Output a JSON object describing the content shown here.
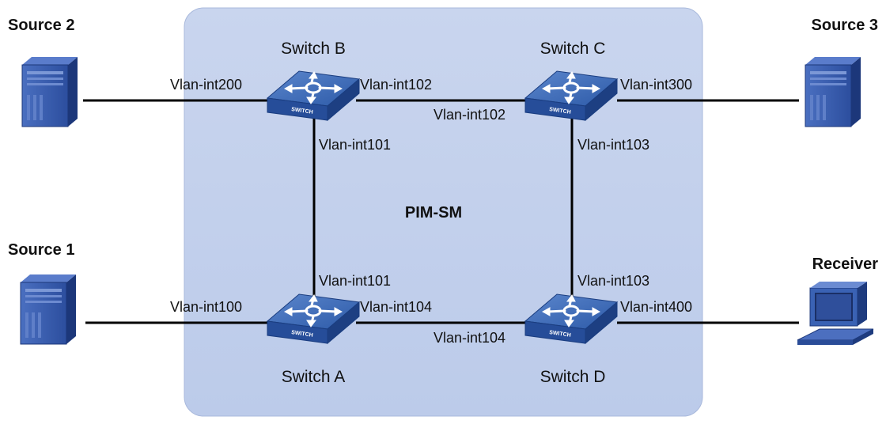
{
  "domain_label": "PIM-SM",
  "switch_badge": "SWITCH",
  "nodes": {
    "switch_a": {
      "label": "Switch A"
    },
    "switch_b": {
      "label": "Switch B"
    },
    "switch_c": {
      "label": "Switch C"
    },
    "switch_d": {
      "label": "Switch D"
    },
    "source_1": {
      "label": "Source 1"
    },
    "source_2": {
      "label": "Source 2"
    },
    "source_3": {
      "label": "Source 3"
    },
    "receiver": {
      "label": "Receiver"
    }
  },
  "interfaces": {
    "b_to_source2": "Vlan-int200",
    "b_to_c": "Vlan-int102",
    "c_to_b": "Vlan-int102",
    "c_to_source3": "Vlan-int300",
    "b_to_a": "Vlan-int101",
    "c_to_d": "Vlan-int103",
    "a_to_b": "Vlan-int101",
    "d_to_c": "Vlan-int103",
    "a_to_source1": "Vlan-int100",
    "a_to_d": "Vlan-int104",
    "d_to_a": "Vlan-int104",
    "d_to_receiver": "Vlan-int400"
  },
  "colors": {
    "domain_fill": "#c5d2ec",
    "switch_top": "#3d6bb8",
    "switch_side": "#1f4386",
    "server_front": "#3657a8",
    "server_side": "#1e3b7e"
  }
}
